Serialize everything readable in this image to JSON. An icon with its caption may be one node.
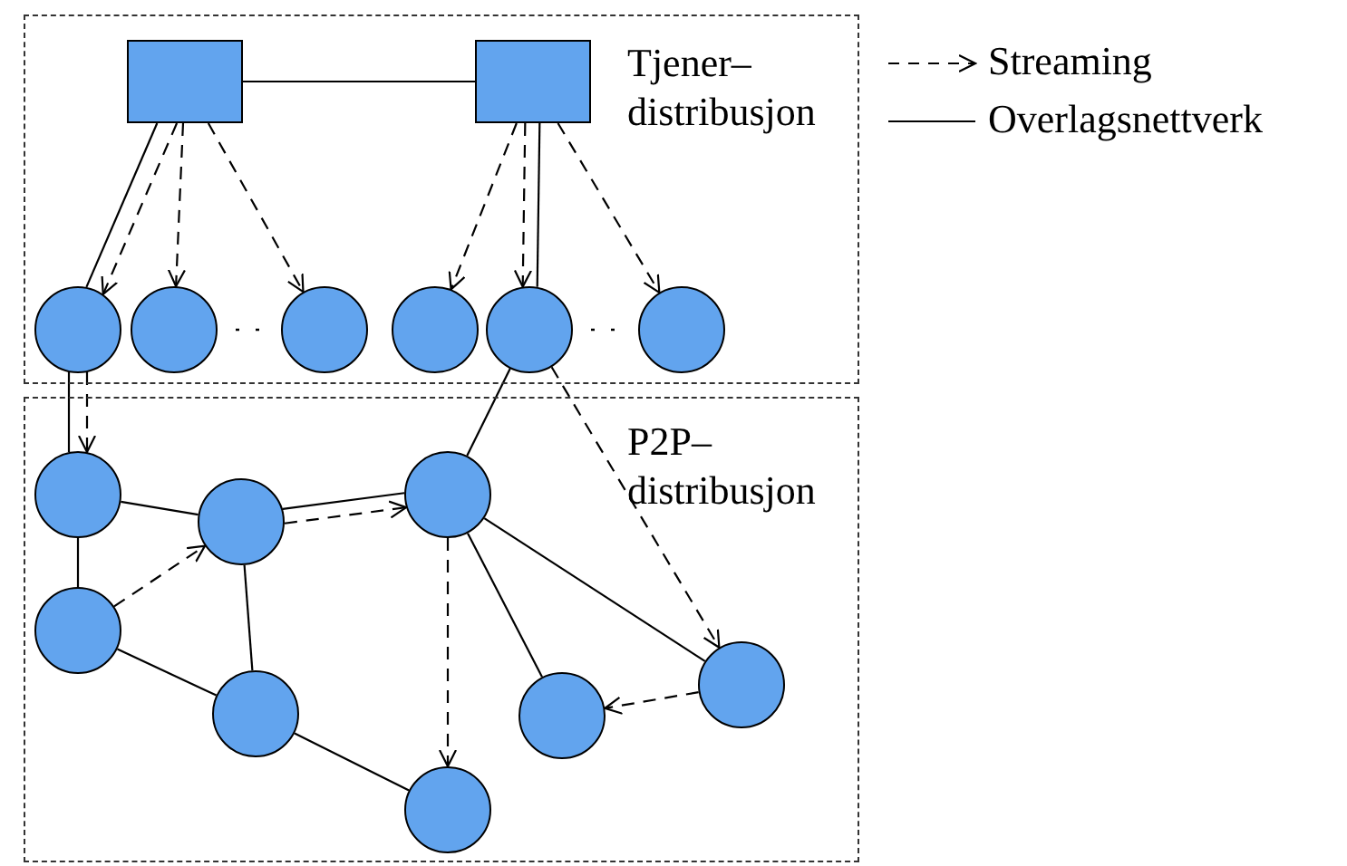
{
  "diagram": {
    "nodes": [
      {
        "text": [
          "Tjener– distribusjon"
        ]
      },
      {
        "text": [],
        "shape": "box",
        "in": 0
      },
      {
        "text": [],
        "shape": "box",
        "in": 0
      },
      {
        "text": [],
        "shape": "circle",
        "in": 0
      },
      {
        "text": [],
        "shape": "circle",
        "in": 0
      },
      {
        "text": [],
        "shape": "circle",
        "in": 0
      },
      {
        "text": [],
        "shape": "circle",
        "in": 0
      },
      {
        "text": [],
        "shape": "circle",
        "in": 0
      },
      {
        "text": [],
        "shape": "circle",
        "in": 0
      },
      {
        "text": [
          "P2P– distribusjon"
        ]
      },
      {
        "text": [],
        "shape": "circle",
        "in": 9
      },
      {
        "text": [],
        "shape": "circle",
        "in": 9
      },
      {
        "text": [],
        "shape": "circle",
        "in": 9
      },
      {
        "text": [],
        "shape": "circle",
        "in": 9
      },
      {
        "text": [],
        "shape": "circle",
        "in": 9
      },
      {
        "text": [],
        "shape": "circle",
        "in": 9
      },
      {
        "text": [],
        "shape": "circle",
        "in": 9
      },
      {
        "text": [],
        "shape": "circle",
        "in": 9
      }
    ],
    "edges": [
      {
        "from": 1,
        "to": 2,
        "arrow": "none"
      },
      {
        "from": 1,
        "to": 3,
        "arrow": "none"
      },
      {
        "from": 1,
        "to": 3,
        "arrow": "to",
        "style": "dashed"
      },
      {
        "from": 1,
        "to": 4,
        "arrow": "to",
        "style": "dashed"
      },
      {
        "from": 1,
        "to": 5,
        "arrow": "to",
        "style": "dashed"
      },
      {
        "from": 2,
        "to": 6,
        "arrow": "to",
        "style": "dashed"
      },
      {
        "from": 2,
        "to": 7,
        "arrow": "to",
        "style": "dashed"
      },
      {
        "from": 2,
        "to": 7,
        "arrow": "none"
      },
      {
        "from": 2,
        "to": 8,
        "arrow": "to",
        "style": "dashed"
      },
      {
        "from": 3,
        "to": 10,
        "arrow": "none"
      },
      {
        "from": 3,
        "to": 10,
        "arrow": "to",
        "style": "dashed"
      },
      {
        "from": 7,
        "to": 12,
        "arrow": "none"
      },
      {
        "from": 7,
        "to": 16,
        "arrow": "to",
        "style": "dashed"
      },
      {
        "from": 10,
        "to": 11,
        "arrow": "none"
      },
      {
        "from": 11,
        "to": 12,
        "arrow": "none"
      },
      {
        "from": 11,
        "to": 12,
        "arrow": "to",
        "style": "dashed"
      },
      {
        "from": 10,
        "to": 13,
        "arrow": "none"
      },
      {
        "from": 13,
        "to": 11,
        "arrow": "to",
        "style": "dashed"
      },
      {
        "from": 11,
        "to": 14,
        "arrow": "none"
      },
      {
        "from": 13,
        "to": 14,
        "arrow": "none"
      },
      {
        "from": 14,
        "to": 17,
        "arrow": "none"
      },
      {
        "from": 12,
        "to": 17,
        "arrow": "to",
        "style": "dashed"
      },
      {
        "from": 12,
        "to": 15,
        "arrow": "none"
      },
      {
        "from": 12,
        "to": 16,
        "arrow": "none"
      },
      {
        "from": 16,
        "to": 15,
        "arrow": "to",
        "style": "dashed"
      }
    ],
    "legend": [
      {
        "text": "Streaming"
      },
      {
        "text": "Overlagsnettverk"
      }
    ]
  }
}
